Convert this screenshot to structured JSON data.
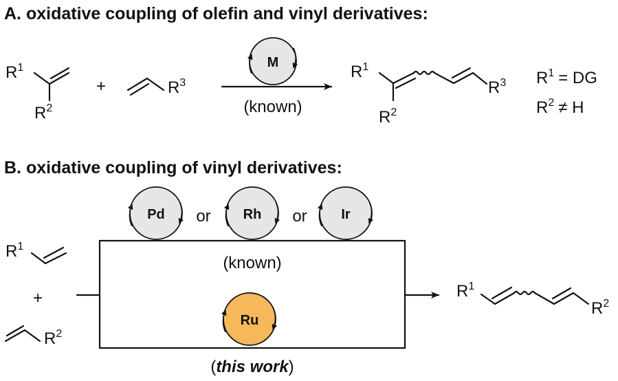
{
  "section_a": {
    "heading": "A. oxidative coupling of olefin and vinyl derivatives:",
    "catalyst": "M",
    "arrow_label": "(known)",
    "r1": "R",
    "r1_sup": "1",
    "r2": "R",
    "r2_sup": "2",
    "r3": "R",
    "r3_sup": "3",
    "plus": "+",
    "cond1_a": "R",
    "cond1_sup": "1",
    "cond1_b": "= DG",
    "cond2_a": "R",
    "cond2_sup": "2",
    "cond2_b": "≠ H"
  },
  "section_b": {
    "heading": "B. oxidative coupling of vinyl derivatives:",
    "catalysts_known": [
      "Pd",
      "Rh",
      "Ir"
    ],
    "or_label": "or",
    "known_label": "(known)",
    "catalyst_new": "Ru",
    "this_work_open": "(",
    "this_work_text": "this work",
    "this_work_close": ")",
    "r1": "R",
    "r1_sup": "1",
    "r2": "R",
    "r2_sup": "2",
    "plus": "+"
  },
  "colors": {
    "catalyst_fill": "#e6e6e6",
    "ru_fill": "#f6b85a",
    "ink": "#111111"
  }
}
